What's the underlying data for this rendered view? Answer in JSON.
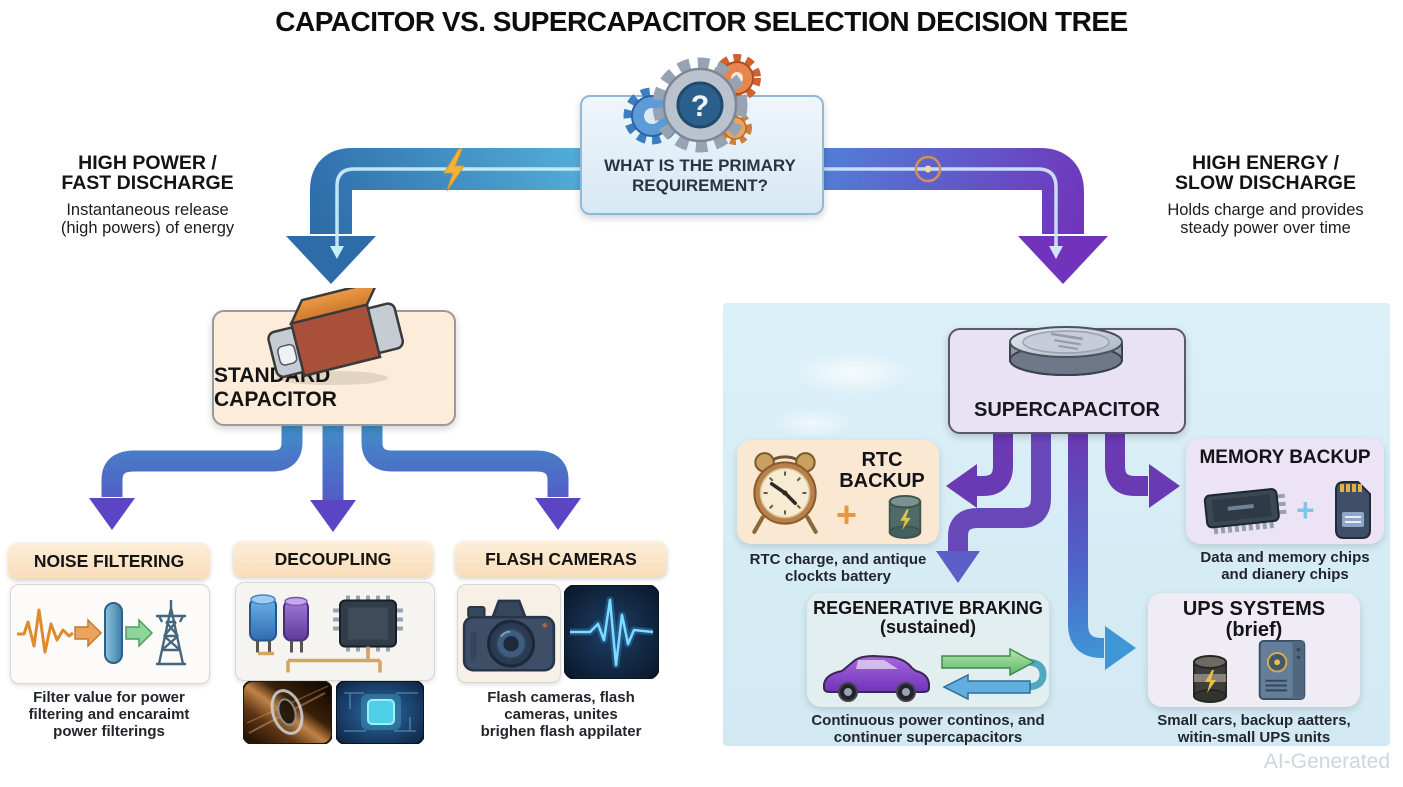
{
  "title": "CAPACITOR VS. SUPERCAPACITOR SELECTION DECISION TREE",
  "watermark": "AI-Generated",
  "glyphs": {
    "question_mark": "?",
    "plus": "+"
  },
  "root_node": {
    "question": "WHAT IS THE PRIMARY\nREQUIREMENT?",
    "icon": "gears-question-icon"
  },
  "left_branch": {
    "heading": "HIGH POWER /\nFAST DISCHARGE",
    "description": "Instantaneous release\n(high powers) of energy",
    "flow_icon": "lightning-icon",
    "node_label": "STANDARD CAPACITOR",
    "node_icon": "ceramic-capacitor-icon",
    "applications": [
      {
        "title": "NOISE FILTERING",
        "caption": "Filter value for power\nfiltering and encaraimt\npower filterings",
        "icons": [
          "noise-waveform-icon",
          "capacitor-cylinder-icon",
          "power-tower-icon"
        ]
      },
      {
        "title": "DECOUPLING",
        "caption": "",
        "icons": [
          "electrolytic-capacitors-icon",
          "microchip-icon",
          "lens-photo",
          "circuit-photo"
        ]
      },
      {
        "title": "FLASH CAMERAS",
        "caption": "Flash cameras, flash\ncameras, unites\nbrighen flash appilater",
        "icons": [
          "camera-icon",
          "flash-pulse-icon"
        ]
      }
    ]
  },
  "right_branch": {
    "heading": "HIGH ENERGY /\nSLOW DISCHARGE",
    "description": "Holds charge and provides\nsteady power over time",
    "flow_icon": "swirl-icon",
    "node_label": "SUPERCAPACITOR",
    "node_icon": "coin-cell-icon",
    "applications": [
      {
        "title": "RTC BACKUP",
        "caption": "RTC charge, and antique\nclockts battery",
        "icons": [
          "alarm-clock-icon",
          "plus-icon",
          "battery-icon"
        ]
      },
      {
        "title": "MEMORY BACKUP",
        "caption": "Data and memory chips\nand dianery chips",
        "icons": [
          "memory-chip-icon",
          "plus-icon",
          "sd-card-icon"
        ]
      },
      {
        "title": "REGENERATIVE BRAKING",
        "subtitle": "(sustained)",
        "caption": "Continuous power continos, and\ncontinuer supercapacitors",
        "icons": [
          "car-icon",
          "bidirectional-arrows-icon"
        ]
      },
      {
        "title": "UPS SYSTEMS",
        "subtitle": "(brief)",
        "caption": "Small cars, backup aatters,\nwitin-small UPS units",
        "icons": [
          "battery-icon",
          "ups-tower-icon"
        ]
      }
    ]
  },
  "colors": {
    "left_arrow": "#2d6ba9",
    "right_arrow": "#7133bb",
    "sub_arrow_purple": "#5b45c4",
    "supercap_arrow": "#6a3ab3",
    "ups_arrow_end": "#3f97d6",
    "panel_bg": "#d8ebf4",
    "question_box": "#ddeaf5",
    "node_peach": "#fcecd9",
    "node_lavender": "#e9e2f4",
    "header_pill": "#fbe3c6",
    "card_rtc": "#fbe8d2",
    "card_memory": "#ece4f5",
    "card_regen": "#e3eef0",
    "card_ups": "#efecf6",
    "lightning": "#f2b33e"
  }
}
